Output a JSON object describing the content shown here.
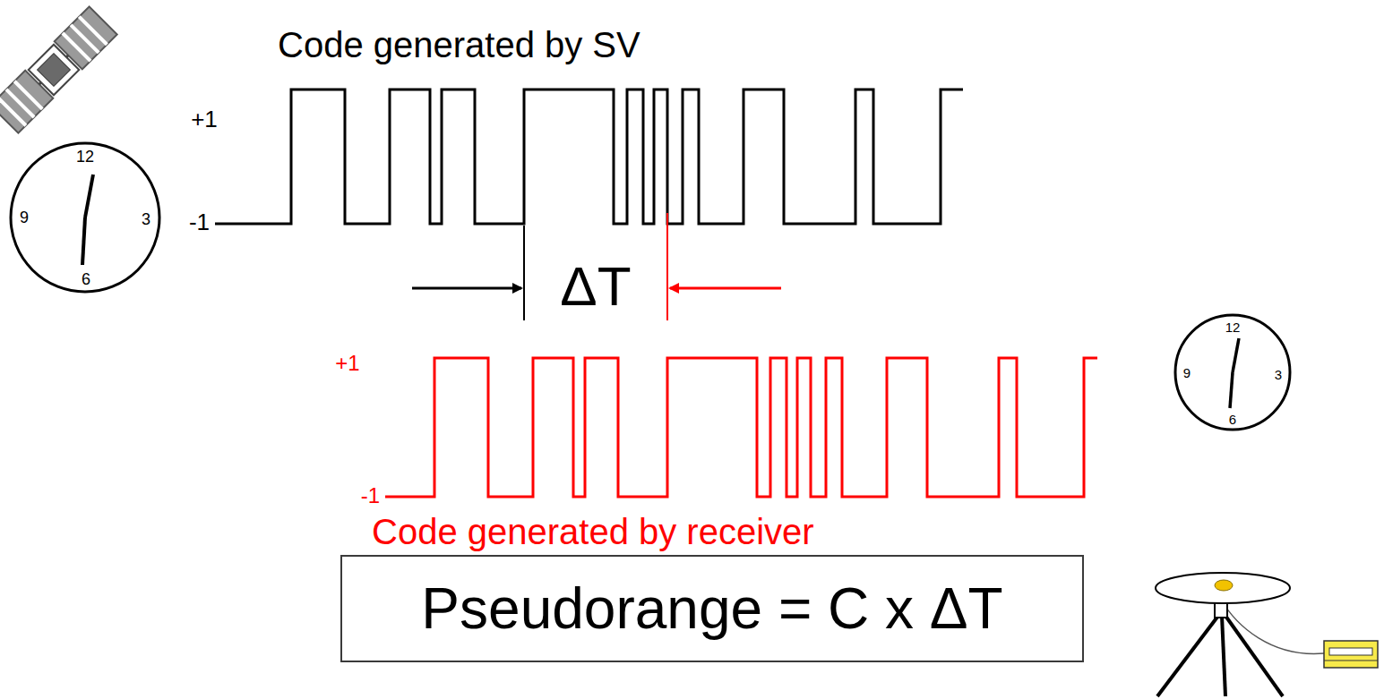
{
  "diagram": {
    "nodes": [
      {
        "text": [
          "Pseudorange = C x ΔT"
        ]
      }
    ],
    "labels": [
      "Code generated by SV",
      "+1",
      "-1",
      "12",
      "9",
      "3",
      "6",
      "ΔT",
      "+1",
      "-1",
      "Code generated by receiver",
      "12",
      "9",
      "3",
      "6"
    ]
  }
}
